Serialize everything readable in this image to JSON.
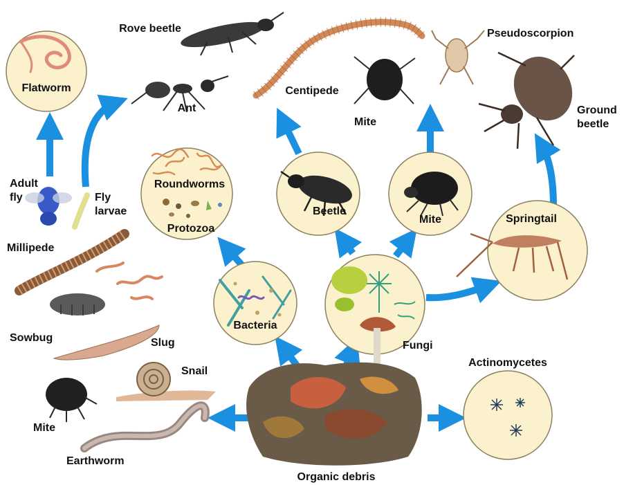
{
  "colors": {
    "arrow": "#1b8fe0",
    "circle_fill": "#fbf1cc",
    "circle_stroke": "#8a8060"
  },
  "labels": {
    "flatworm": "Flatworm",
    "rove_beetle": "Rove beetle",
    "ant": "Ant",
    "centipede": "Centipede",
    "mite_top": "Mite",
    "pseudoscorpion": "Pseudoscorpion",
    "ground_beetle": "Ground\nbeetle",
    "adult_fly": "Adult\nfly",
    "fly_larvae": "Fly\nlarvae",
    "roundworms": "Roundworms",
    "protozoa": "Protozoa",
    "beetle": "Beetle",
    "mite_mid": "Mite",
    "springtail": "Springtail",
    "millipede": "Millipede",
    "bacteria": "Bacteria",
    "sowbug": "Sowbug",
    "slug": "Slug",
    "fungi": "Fungi",
    "snail": "Snail",
    "actinomycetes": "Actinomycetes",
    "mite_bottom": "Mite",
    "earthworm": "Earthworm",
    "organic_debris": "Organic debris"
  }
}
